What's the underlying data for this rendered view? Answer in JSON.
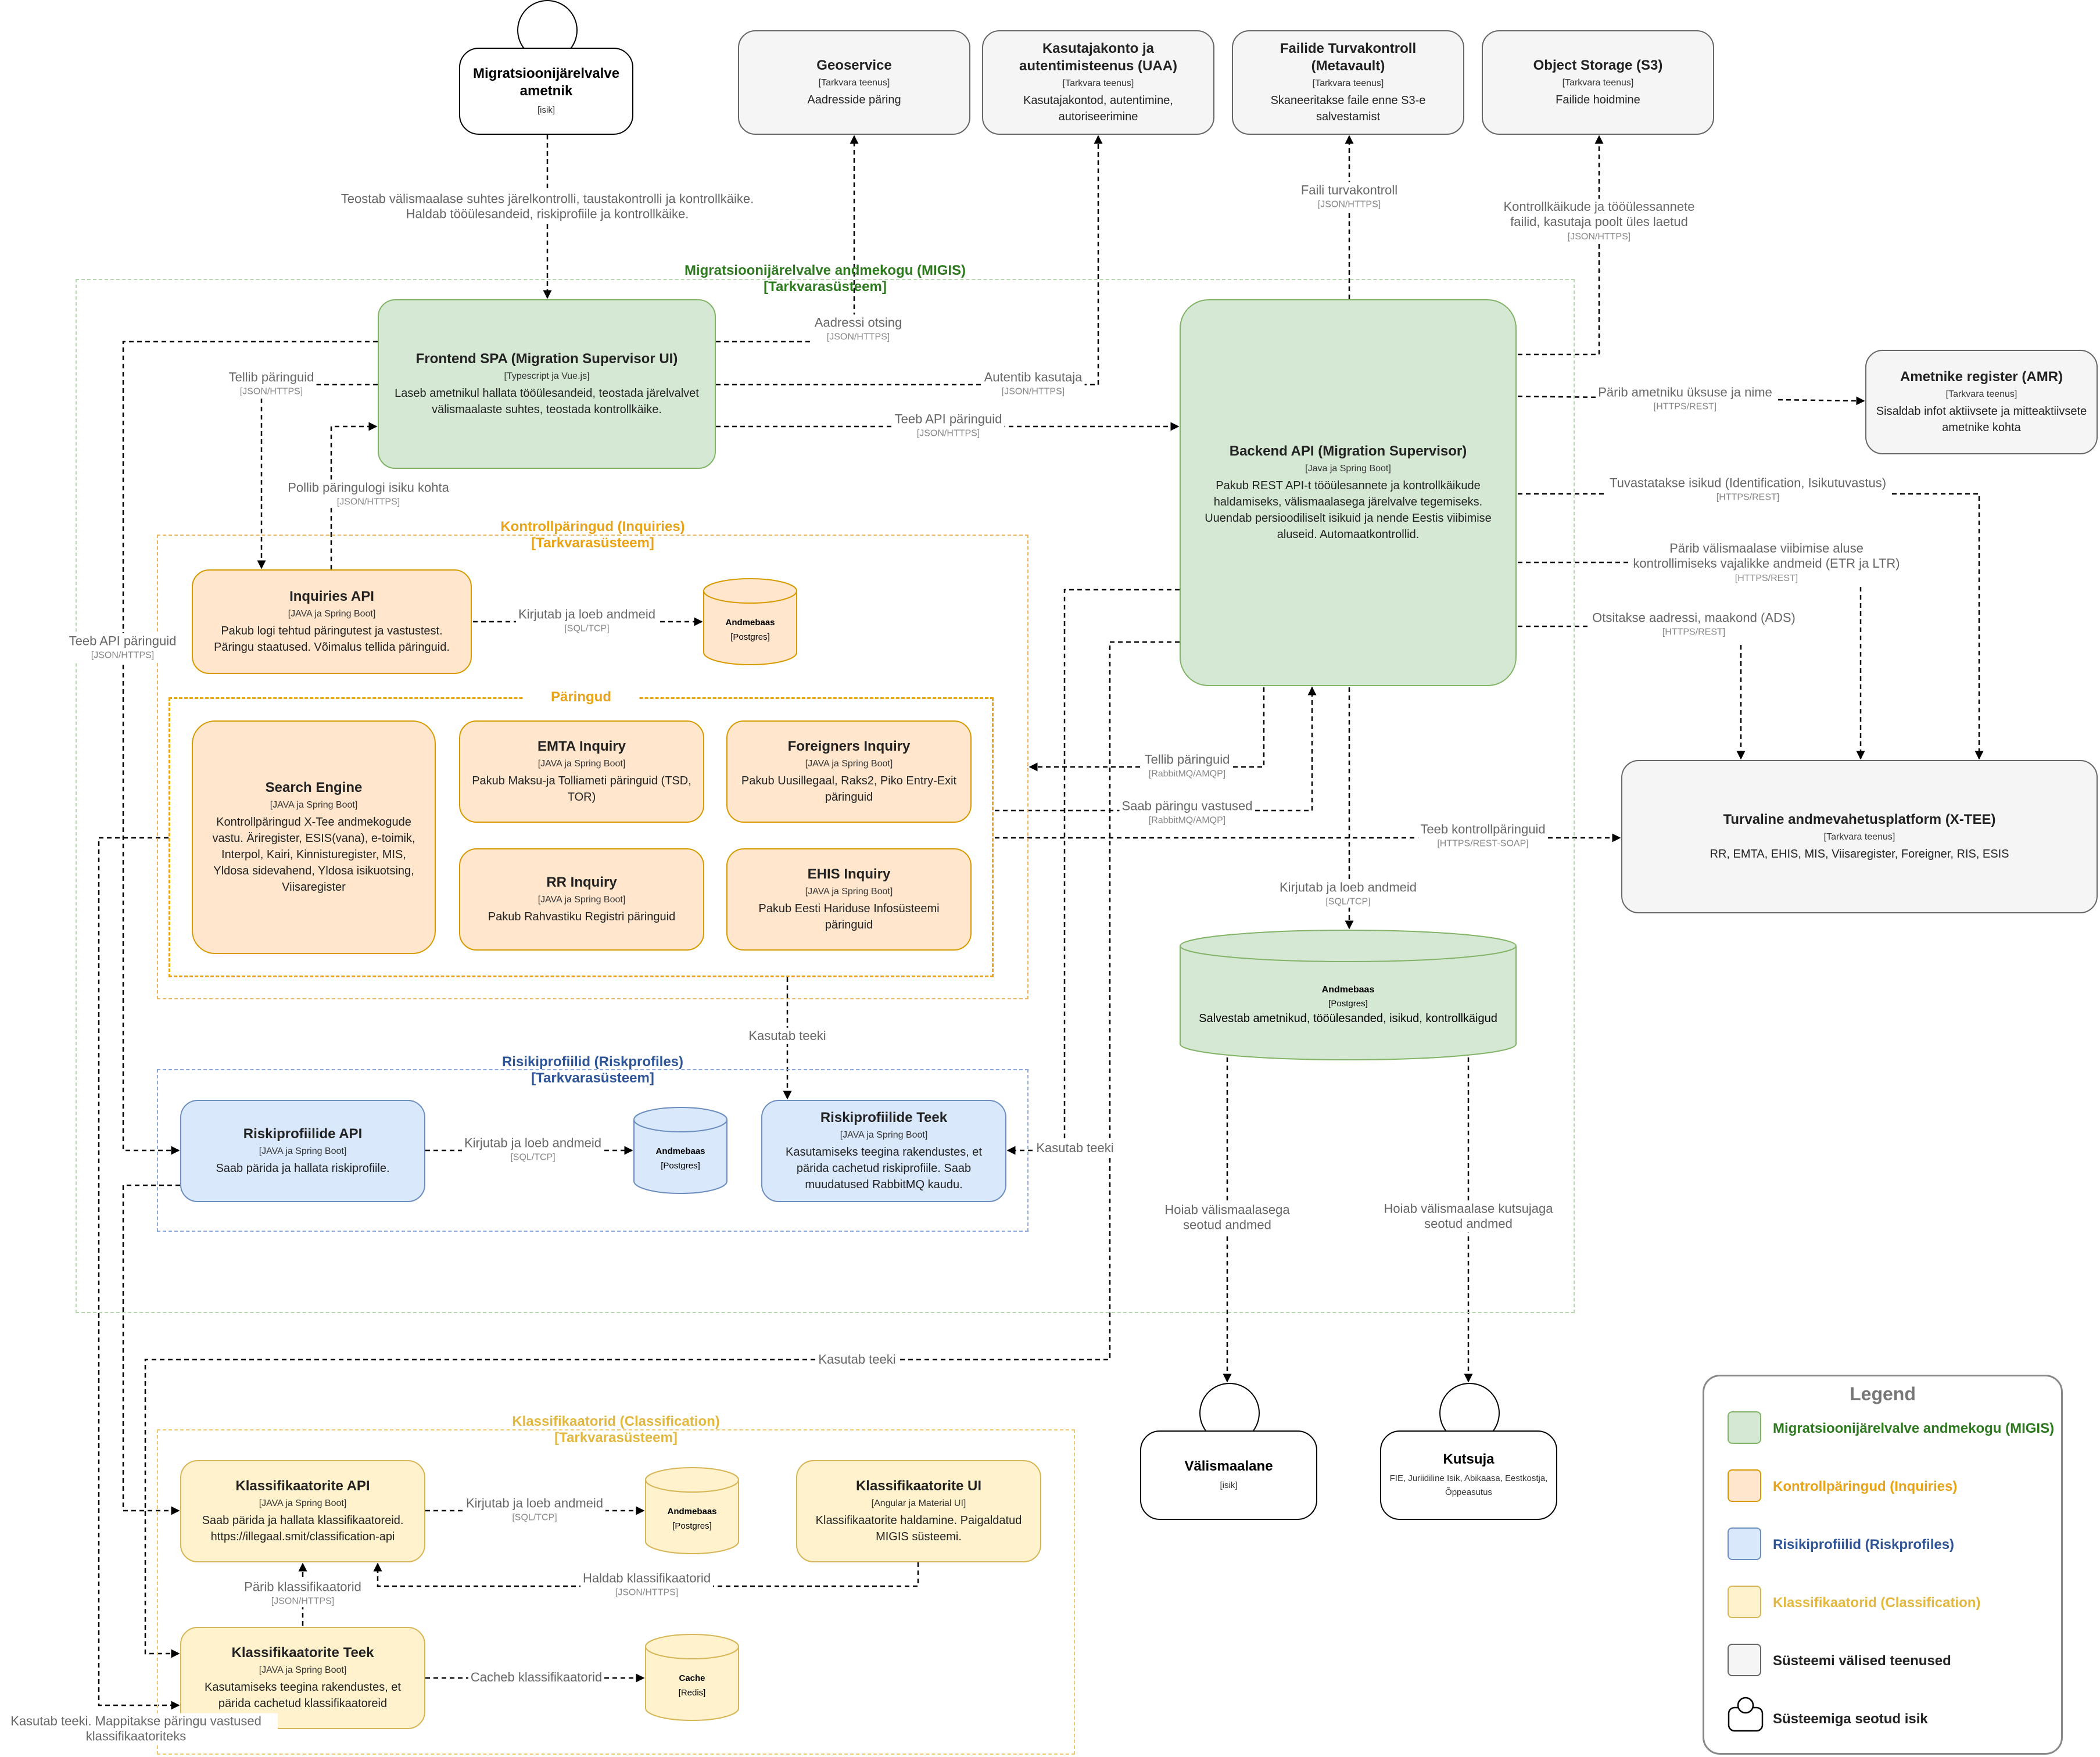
{
  "colors": {
    "migis": "#d5e8d4",
    "migis_text": "#2d7a1f",
    "inquiries": "#ffe6cc",
    "inquiries_text": "#e8a317",
    "riskprofiles": "#dae8fc",
    "riskprofiles_text": "#2f5597",
    "classification": "#fff2cc",
    "classification_text": "#e2b840",
    "external": "#f5f5f5",
    "edge": "#000000"
  },
  "persons": {
    "officer": {
      "title": "Migratsioonijärelvalve ametnik",
      "tech": "[isik]"
    },
    "foreigner": {
      "title": "Välismaalane",
      "tech": "[isik]"
    },
    "inviter": {
      "title": "Kutsuja",
      "tech": "FIE, Juriidiline Isik, Abikaasa, Eestkostja, Õppeasutus"
    }
  },
  "external": {
    "geoservice": {
      "title": "Geoservice",
      "tech": "[Tarkvara teenus]",
      "desc": "Aadresside päring"
    },
    "uaa": {
      "title": "Kasutajakonto ja autentimisteenus (UAA)",
      "tech": "[Tarkvara teenus]",
      "desc": "Kasutajakontod, autentimine, autoriseerimine"
    },
    "metavault": {
      "title": "Failide Turvakontroll (Metavault)",
      "tech": "[Tarkvara teenus]",
      "desc": "Skaneeritakse faile enne S3-e salvestamist"
    },
    "s3": {
      "title": "Object Storage (S3)",
      "tech": "[Tarkvara teenus]",
      "desc": "Failide hoidmine"
    },
    "amr": {
      "title": "Ametnike register (AMR)",
      "tech": "[Tarkvara teenus]",
      "desc": "Sisaldab infot aktiivsete ja mitteaktiivsete ametnike kohta"
    },
    "xtee": {
      "title": "Turvaline andmevahetusplatform (X-TEE)",
      "tech": "[Tarkvara teenus]",
      "desc": "RR, EMTA, EHIS, MIS, Viisaregister, Foreigner, RIS, ESIS"
    }
  },
  "boundaries": {
    "migis": {
      "title": "Migratsioonijärelvalve andmekogu (MIGIS)",
      "subtitle": "[Tarkvarasüsteem]"
    },
    "inquiries": {
      "title": "Kontrollpäringud (Inquiries)",
      "subtitle": "[Tarkvarasüsteem]"
    },
    "paringud": {
      "title": "Päringud"
    },
    "riskprofiles": {
      "title": "Risikiprofiilid (Riskprofiles)",
      "subtitle": "[Tarkvarasüsteem]"
    },
    "classification": {
      "title": "Klassifikaatorid (Classification)",
      "subtitle": "[Tarkvarasüsteem]"
    }
  },
  "containers": {
    "frontend": {
      "title": "Frontend SPA (Migration Supervisor UI)",
      "tech": "[Typescript ja Vue.js]",
      "desc": "Laseb ametnikul hallata tööülesandeid, teostada järelvalvet välismaalaste suhtes, teostada kontrollkäike."
    },
    "backend": {
      "title": "Backend API (Migration Supervisor)",
      "tech": "[Java ja Spring Boot]",
      "desc": "Pakub REST API-t tööülesannete ja kontrollkäikude haldamiseks, välismaalasega järelvalve tegemiseks. Uuendab persioodiliselt isikuid ja nende Eestis viibimise aluseid. Automaatkontrollid."
    },
    "backend_db": {
      "title": "Andmebaas",
      "tech": "[Postgres]",
      "desc": "Salvestab ametnikud, tööülesanded, isikud, kontrollkäigud"
    },
    "inquiries_api": {
      "title": "Inquiries API",
      "tech": "[JAVA ja Spring Boot]",
      "desc": "Pakub logi tehtud päringutest ja vastustest. Päringu staatused.  Võimalus tellida päringuid."
    },
    "inquiries_db": {
      "title": "Andmebaas",
      "tech": "[Postgres]"
    },
    "search_engine": {
      "title": "Search Engine",
      "tech": "[JAVA ja Spring Boot]",
      "desc": "Kontrollpäringud X-Tee andmekogude vastu. Äriregister, ESIS(vana), e-toimik, Interpol, Kairi, Kinnisturegister, MIS, Yldosa sidevahend, Yldosa isikuotsing, Viisaregister"
    },
    "emta": {
      "title": "EMTA Inquiry",
      "tech": "[JAVA ja Spring Boot]",
      "desc": "Pakub Maksu-ja Tolliameti päringuid (TSD, TOR)"
    },
    "foreigners": {
      "title": "Foreigners Inquiry",
      "tech": "[JAVA ja Spring Boot]",
      "desc": "Pakub Uusillegaal, Raks2, Piko Entry-Exit päringuid"
    },
    "rr": {
      "title": "RR Inquiry",
      "tech": "[JAVA ja Spring Boot]",
      "desc": "Pakub Rahvastiku Registri päringuid"
    },
    "ehis": {
      "title": "EHIS Inquiry",
      "tech": "[JAVA ja Spring Boot]",
      "desc": "Pakub Eesti Hariduse Infosüsteemi päringuid"
    },
    "risk_api": {
      "title": "Riskiprofiilide API",
      "tech": "[JAVA ja Spring Boot]",
      "desc": "Saab pärida ja hallata riskiprofiile."
    },
    "risk_db": {
      "title": "Andmebaas",
      "tech": "[Postgres]"
    },
    "risk_lib": {
      "title": "Riskiprofiilide Teek",
      "tech": "[JAVA ja Spring Boot]",
      "desc": "Kasutamiseks teegina rakendustes, et pärida cachetud riskiprofiile. Saab muudatused RabbitMQ kaudu."
    },
    "class_api": {
      "title": "Klassifikaatorite API",
      "tech": "[JAVA ja Spring Boot]",
      "desc": "Saab pärida ja hallata klassifikaatoreid. https://illegaal.smit/classification-api"
    },
    "class_db": {
      "title": "Andmebaas",
      "tech": "[Postgres]"
    },
    "class_ui": {
      "title": "Klassifikaatorite UI",
      "tech": "[Angular ja Material UI]",
      "desc": "Klassifikaatorite haldamine. Paigaldatud MIGIS süsteemi."
    },
    "class_lib": {
      "title": "Klassifikaatorite Teek",
      "tech": "[JAVA ja Spring Boot]",
      "desc": "Kasutamiseks teegina rakendustes, et pärida cachetud klassifikaatoreid"
    },
    "cache": {
      "title": "Cache",
      "tech": "[Redis]"
    }
  },
  "edges": [
    {
      "id": "e_officer_front",
      "label": "Teostab välismaalase suhtes järelkontrolli, taustakontrolli ja kontrollkäike. Haldab tööülesandeid, riskiprofiile ja kontrollkäike.",
      "tech": ""
    },
    {
      "id": "e_front_geo",
      "label": "Aadressi otsing",
      "tech": "[JSON/HTTPS]"
    },
    {
      "id": "e_front_uaa",
      "label": "Autentib kasutaja",
      "tech": "[JSON/HTTPS]"
    },
    {
      "id": "e_front_backend",
      "label": "Teeb API päringuid",
      "tech": "[JSON/HTTPS]"
    },
    {
      "id": "e_front_inq",
      "label": "Tellib päringuid",
      "tech": "[JSON/HTTPS]"
    },
    {
      "id": "e_inq_front",
      "label": "Pollib päringulogi isiku kohta",
      "tech": "[JSON/HTTPS]"
    },
    {
      "id": "e_front_risk",
      "label": "Teeb API päringuid",
      "tech": "[JSON/HTTPS]"
    },
    {
      "id": "e_back_meta",
      "label": "Faili turvakontroll",
      "tech": "[JSON/HTTPS]"
    },
    {
      "id": "e_back_s3",
      "label": "Kontrollkäikude ja tööülessannete failid, kasutaja poolt üles laetud",
      "tech": "[JSON/HTTPS]"
    },
    {
      "id": "e_back_amr",
      "label": "Pärib ametniku üksuse ja nime",
      "tech": "[HTTPS/REST]"
    },
    {
      "id": "e_back_xtee1",
      "label": "Tuvastatakse isikud (Identification, Isikutuvastus)",
      "tech": "[HTTPS/REST]"
    },
    {
      "id": "e_back_xtee2",
      "label": "Pärib välismaalase viibimise aluse kontrollimiseks vajalikke andmeid (ETR ja LTR)",
      "tech": "[HTTPS/REST]"
    },
    {
      "id": "e_back_xtee3",
      "label": "Otsitakse aadressi, maakond (ADS)",
      "tech": "[HTTPS/REST]"
    },
    {
      "id": "e_inq_db",
      "label": "Kirjutab ja loeb andmeid",
      "tech": "[SQL/TCP]"
    },
    {
      "id": "e_back_par",
      "label": "Tellib päringuid",
      "tech": "[RabbitMQ/AMQP]"
    },
    {
      "id": "e_par_back",
      "label": "Saab päringu vastused",
      "tech": "[RabbitMQ/AMQP]"
    },
    {
      "id": "e_par_xtee",
      "label": "Teeb kontrollpäringuid",
      "tech": "[HTTPS/REST-SOAP]"
    },
    {
      "id": "e_back_db",
      "label": "Kirjutab ja loeb andmeid",
      "tech": "[SQL/TCP]"
    },
    {
      "id": "e_par_risklib",
      "label": "Kasutab teeki",
      "tech": ""
    },
    {
      "id": "e_back_risklib",
      "label": "Kasutab teeki",
      "tech": ""
    },
    {
      "id": "e_risk_db",
      "label": "Kirjutab ja loeb andmeid",
      "tech": "[SQL/TCP]"
    },
    {
      "id": "e_db_foreigner",
      "label": "Hoiab välismaalasega seotud andmed",
      "tech": ""
    },
    {
      "id": "e_db_inviter",
      "label": "Hoiab välismaalase kutsujaga seotud andmed",
      "tech": ""
    },
    {
      "id": "e_back_classlib",
      "label": "Kasutab teeki",
      "tech": ""
    },
    {
      "id": "e_class_db",
      "label": "Kirjutab ja loeb andmeid",
      "tech": "[SQL/TCP]"
    },
    {
      "id": "e_ui_api",
      "label": "Haldab klassifikaatorid",
      "tech": "[JSON/HTTPS]"
    },
    {
      "id": "e_lib_api",
      "label": "Pärib klassifikaatorid",
      "tech": "[JSON/HTTPS]"
    },
    {
      "id": "e_lib_cache",
      "label": "Cacheb klassifikaatorid",
      "tech": ""
    },
    {
      "id": "e_se_classlib",
      "label": "Kasutab teeki. Mappitakse päringu vastused klassifikaatoriteks",
      "tech": ""
    }
  ],
  "legend": {
    "title": "Legend",
    "items": [
      {
        "label": "Migratsioonijärelvalve andmekogu (MIGIS)"
      },
      {
        "label": "Kontrollpäringud (Inquiries)"
      },
      {
        "label": "Risikiprofiilid (Riskprofiles)"
      },
      {
        "label": "Klassifikaatorid (Classification)"
      },
      {
        "label": "Süsteemi välised teenused"
      },
      {
        "label": "Süsteemiga seotud isik"
      }
    ]
  }
}
